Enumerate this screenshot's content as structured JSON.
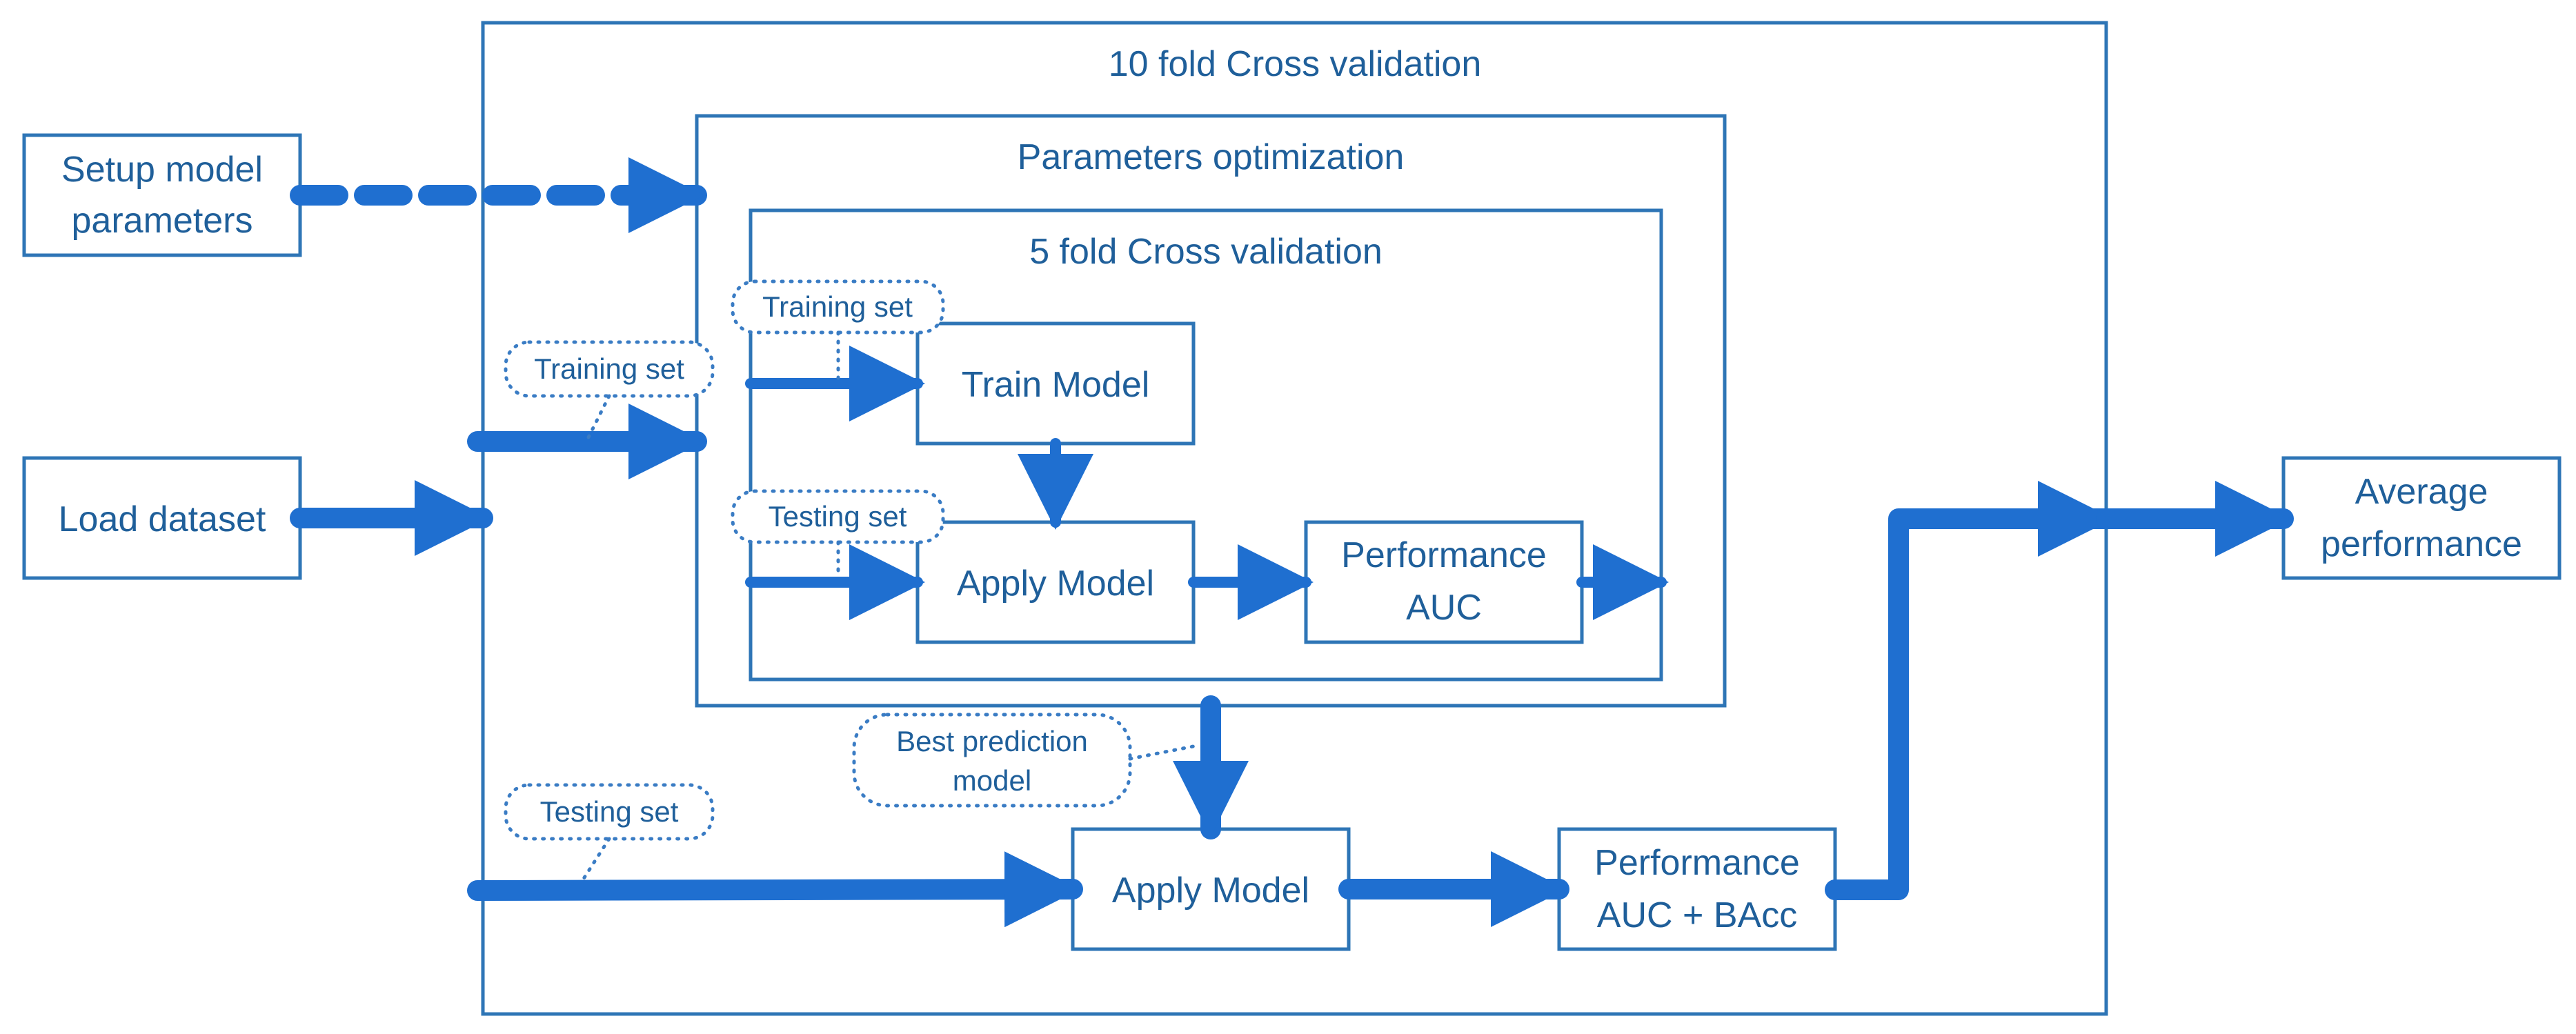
{
  "colors": {
    "box_stroke": "#2E75B6",
    "arrow": "#1F6FD0",
    "callout": "#3A7CC4",
    "text": "#1F5F9A"
  },
  "containers": {
    "outer_title": "10 fold Cross validation",
    "optimization_title": "Parameters optimization",
    "inner_title": "5 fold Cross validation"
  },
  "boxes": {
    "setup_line1": "Setup model",
    "setup_line2": "parameters",
    "load": "Load dataset",
    "train_model": "Train Model",
    "apply_inner": "Apply Model",
    "perf_inner_line1": "Performance",
    "perf_inner_line2": "AUC",
    "apply_outer": "Apply Model",
    "perf_outer_line1": "Performance",
    "perf_outer_line2": "AUC + BAcc",
    "avg_line1": "Average",
    "avg_line2": "performance"
  },
  "callouts": {
    "training_outer": "Training set",
    "training_inner": "Training set",
    "testing_inner": "Testing set",
    "best_line1": "Best prediction",
    "best_line2": "model",
    "testing_outer": "Testing set"
  }
}
